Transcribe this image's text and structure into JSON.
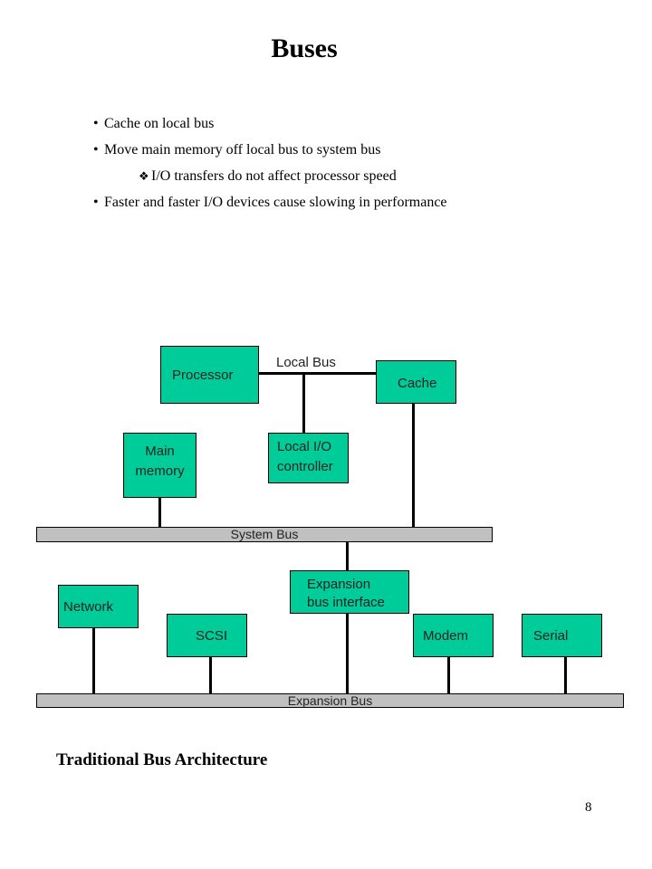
{
  "title": "Buses",
  "bullets": [
    {
      "marker": "•",
      "text": "Cache on local bus"
    },
    {
      "marker": "•",
      "text": "Move main memory off local bus to system bus"
    },
    {
      "marker": "❖",
      "text": "I/O transfers do not affect processor speed"
    },
    {
      "marker": "•",
      "text": "Faster and faster I/O devices cause slowing in performance"
    }
  ],
  "diagram": {
    "local_bus_label": "Local Bus",
    "processor": "Processor",
    "cache": "Cache",
    "main_memory_line1": "Main",
    "main_memory_line2": "memory",
    "local_io_line1": "Local I/O",
    "local_io_line2": "controller",
    "system_bus": "System Bus",
    "expansion_if_line1": "Expansion",
    "expansion_if_line2": "bus interface",
    "network": "Network",
    "scsi": "SCSI",
    "modem": "Modem",
    "serial": "Serial",
    "expansion_bus": "Expansion Bus",
    "colors": {
      "box": "#00cc99",
      "bus": "#c0c0c0",
      "wire": "#000000"
    }
  },
  "caption": "Traditional Bus Architecture",
  "page_number": "8"
}
